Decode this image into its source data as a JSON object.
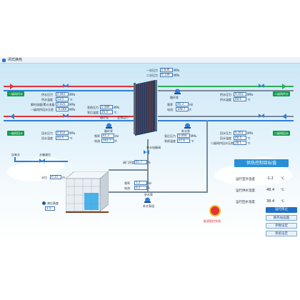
{
  "window": {
    "title": "闭式换热"
  },
  "supply_left": {
    "hot_in_label": "一级网供水",
    "hot_out_label": "一级网回水",
    "supply_pressure_label": "供水压力",
    "supply_pressure": "0.461",
    "supply_pressure_unit": "MPa",
    "supply_temp_label": "供水温度",
    "supply_temp": "53.0",
    "supply_temp_unit": "℃",
    "flow_label": "瞬时流量/累计流量",
    "flow": "0.425",
    "flow_unit": "MPa",
    "loss_label": "一级网供回水压差",
    "loss": "-0.168",
    "loss_unit": "MPa",
    "return_pressure_label": "回水压力",
    "return_pressure": "0.652",
    "return_pressure_unit": "MPa",
    "return_temp_label": "回水温度",
    "return_temp": "43.4",
    "return_temp_unit": "℃"
  },
  "primary_pump": {
    "pressure_label": "泵前压力",
    "pressure": "0.489",
    "pressure_unit": "MPa",
    "temp_label": "泵后温度",
    "temp": "26.4",
    "temp_unit": "℃",
    "state_label": "循环泵",
    "name": "变频运行",
    "freq_label": "频率",
    "freq": "41.2",
    "freq_unit": "Hz",
    "current_label": "电流",
    "current": "101.7",
    "current_unit": "A"
  },
  "hx_top": {
    "pressure_label": "一次压力",
    "pressure": "0.836",
    "pressure_unit": "MPa",
    "pressure2_label": "二次压力",
    "pressure2": "0.130",
    "pressure2_unit": "MPa"
  },
  "secondary_pump": {
    "label": "循环泵",
    "freq_label": "频率",
    "freq": "46.3",
    "freq_unit": "Hz",
    "current_label": "电流",
    "current": "108.7",
    "current_unit": "A",
    "pump2_label": "补水泵",
    "pressure_label": "泵后压力",
    "pressure": "0.464",
    "pressure_unit": "MPa",
    "flow_label": "泵前温度",
    "flow": "27.6",
    "flow_unit": "℃"
  },
  "supply_right": {
    "hot_in_label": "二级网供水",
    "hot_out_label": "二级网回水",
    "supply_pressure_label": "供水压力",
    "supply_pressure": "0.101",
    "supply_pressure_unit": "MPa",
    "supply_temp_label": "供水温度",
    "supply_temp": "48.6",
    "supply_temp_unit": "℃",
    "return_pressure_label": "回水压力",
    "return_pressure": "0.101",
    "return_pressure_unit": "MPa",
    "return_temp_label": "回水温度",
    "return_temp": "48.4",
    "return_temp_unit": "℃",
    "diff_label": "二级网供回水压差",
    "diff": "38.1",
    "diff_unit": "℃"
  },
  "makeup": {
    "label": "补水电磁阀",
    "valve_label": "阀门开度",
    "valve": "61.7",
    "valve_unit": "%",
    "freq_label": "频率",
    "freq": "1.2",
    "freq_unit": "Hz",
    "current_label": "电流",
    "current": "0.2",
    "current_unit": "A",
    "pump_label": "补水泵",
    "inlet_label": "自来水",
    "tank_label": "水箱液位",
    "level_label": "水位",
    "level": "0.15",
    "level_unit": "m",
    "level2_label": "液位高度",
    "level2": "1.5",
    "pump_name": "补水泵组"
  },
  "control_panel": {
    "title": "供热控制目标值",
    "rows": [
      {
        "label": "运行室外温度",
        "value": "-1.2",
        "unit": "℃"
      },
      {
        "label": "运行供水温度",
        "value": "48.4",
        "unit": "℃"
      },
      {
        "label": "运行回水温度",
        "value": "38.4",
        "unit": "℃"
      }
    ],
    "stop_label": "运行停止",
    "buttons": [
      "换热站画面",
      "参数设定",
      "系统设定"
    ]
  },
  "logo_text": "能源管控系统"
}
